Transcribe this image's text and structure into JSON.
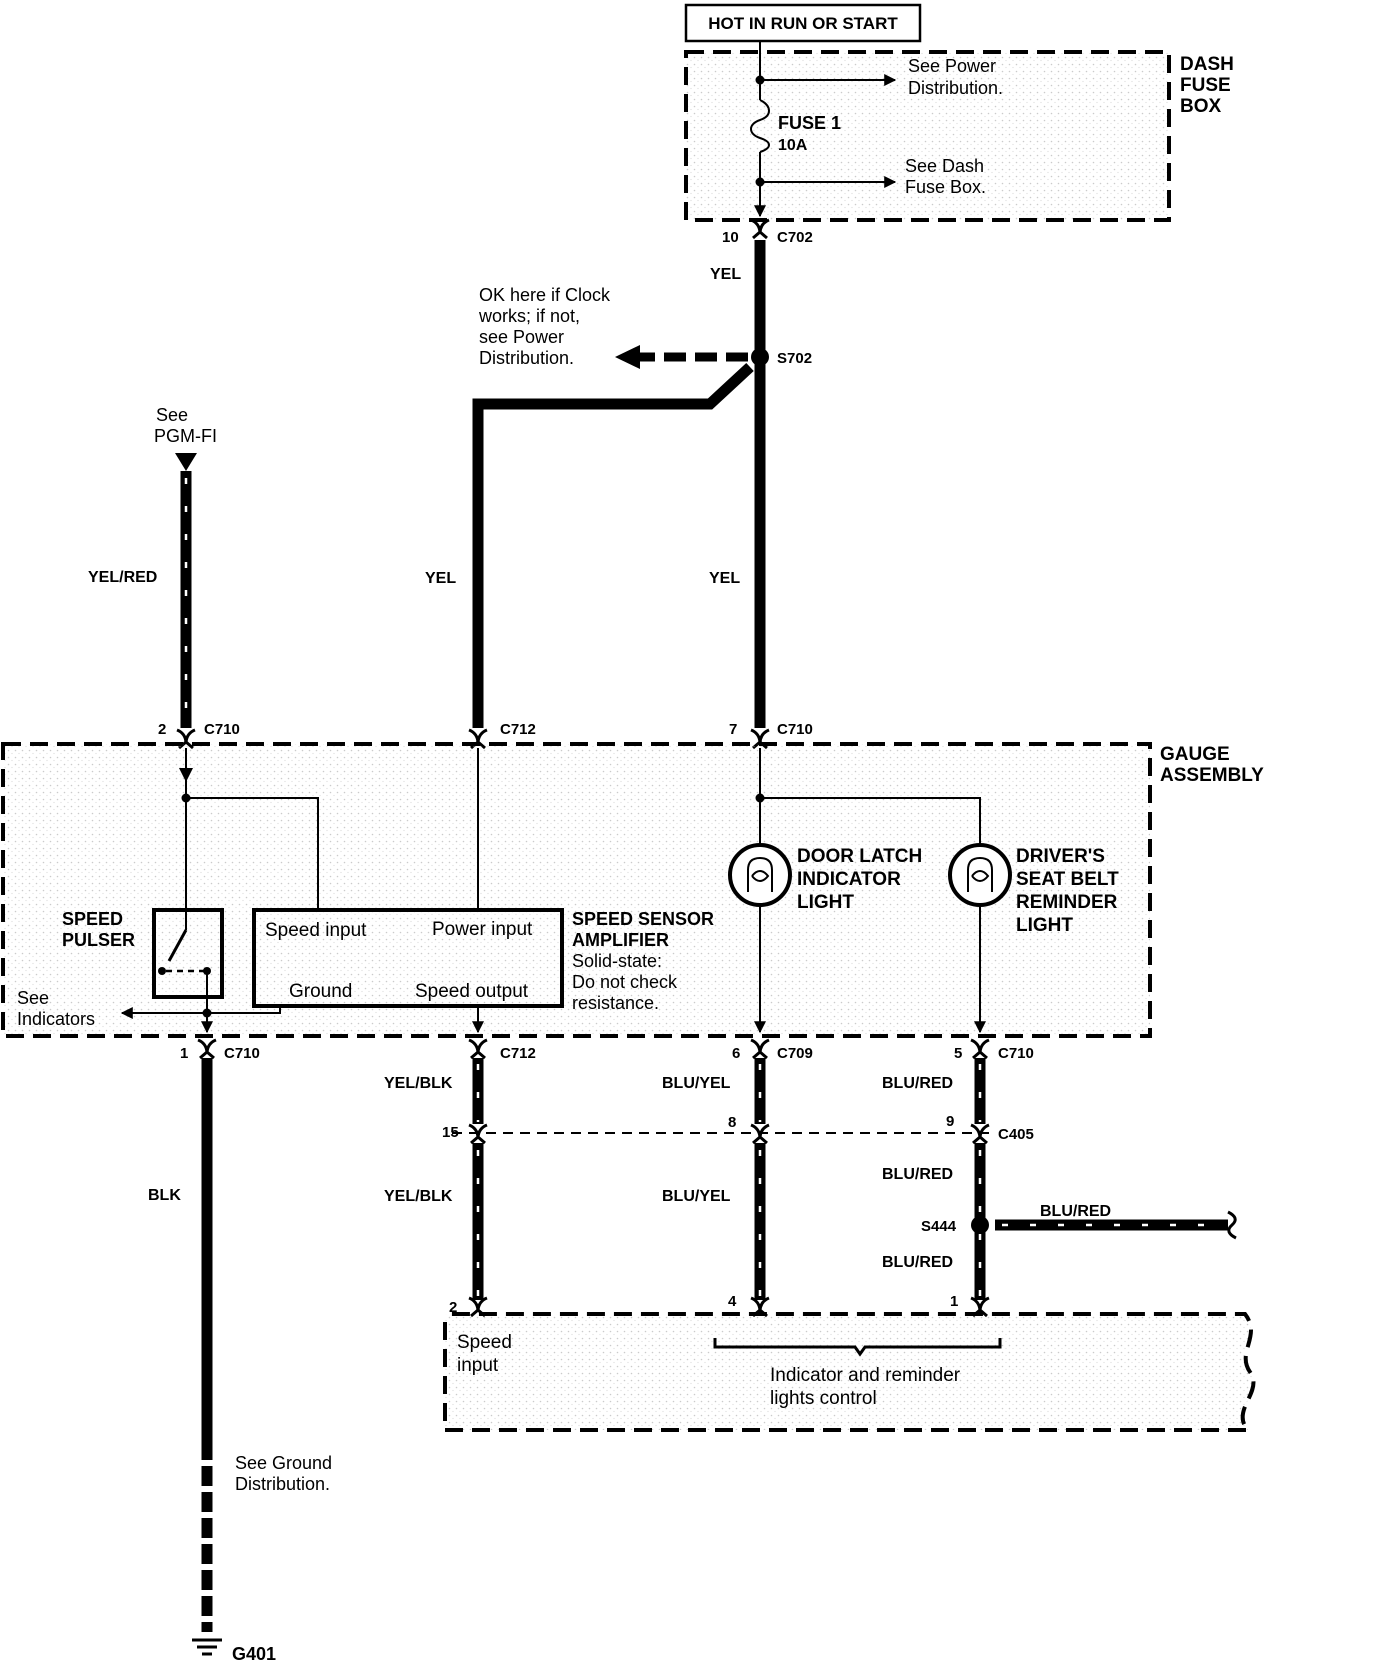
{
  "title_box": "HOT IN RUN OR START",
  "dash_fuse_box": {
    "label": [
      "DASH",
      "FUSE",
      "BOX"
    ],
    "power_ref": [
      "See Power",
      "Distribution."
    ],
    "fuse_name": "FUSE 1",
    "fuse_rating": "10A",
    "dash_ref": [
      "See Dash",
      "Fuse Box."
    ]
  },
  "connectors": {
    "c702_top": {
      "pin": "10",
      "name": "C702"
    },
    "c710_pgm": {
      "pin": "2",
      "name": "C710"
    },
    "c712_in": {
      "name": "C712"
    },
    "c710_power": {
      "pin": "7",
      "name": "C710"
    },
    "c710_ground": {
      "pin": "1",
      "name": "C710"
    },
    "c712_out": {
      "name": "C712"
    },
    "c709": {
      "pin": "6",
      "name": "C709"
    },
    "c710_seatbelt": {
      "pin": "5",
      "name": "C710"
    },
    "c405": {
      "pins": [
        "15",
        "8",
        "9"
      ],
      "name": "C405"
    },
    "bottom_pins": [
      "2",
      "4",
      "1"
    ]
  },
  "splices": {
    "s702": "S702",
    "s444": "S444"
  },
  "clock_note": [
    "OK here if Clock",
    "works; if not,",
    "see Power",
    "Distribution."
  ],
  "pgm_ref": [
    "See",
    "PGM-FI"
  ],
  "wire_colors": {
    "c702_to_s702": "YEL",
    "s702_to_c712": "YEL",
    "s702_to_c710": "YEL",
    "pgm": "YEL/RED",
    "ground": "BLK",
    "speed_upper": "YEL/BLK",
    "speed_lower": "YEL/BLK",
    "door_upper": "BLU/YEL",
    "door_lower": "BLU/YEL",
    "seatbelt_upper": "BLU/RED",
    "seatbelt_mid": "BLU/RED",
    "seatbelt_lower": "BLU/RED",
    "s444_branch": "BLU/RED"
  },
  "gauge_assembly": {
    "label": [
      "GAUGE",
      "ASSEMBLY"
    ],
    "speed_pulser": [
      "SPEED",
      "PULSER"
    ],
    "indicators_ref": [
      "See",
      "Indicators"
    ],
    "amplifier": {
      "title": [
        "SPEED SENSOR",
        "AMPLIFIER"
      ],
      "note": [
        "Solid-state:",
        "Do not check",
        "resistance."
      ],
      "terminals": {
        "speed_input": "Speed input",
        "power_input": "Power input",
        "ground": "Ground",
        "speed_output": "Speed output"
      }
    },
    "door_light": [
      "DOOR LATCH",
      "INDICATOR",
      "LIGHT"
    ],
    "seatbelt_light": [
      "DRIVER'S",
      "SEAT BELT",
      "REMINDER",
      "LIGHT"
    ]
  },
  "ground": {
    "ref": [
      "See Ground",
      "Distribution."
    ],
    "name": "G401"
  },
  "control_unit": {
    "speed_input": [
      "Speed",
      "input"
    ],
    "lights_control": [
      "Indicator and reminder",
      "lights control"
    ]
  },
  "colors": {
    "ink": "#000000",
    "paper": "#ffffff",
    "stipple": "#a8a8a8"
  }
}
